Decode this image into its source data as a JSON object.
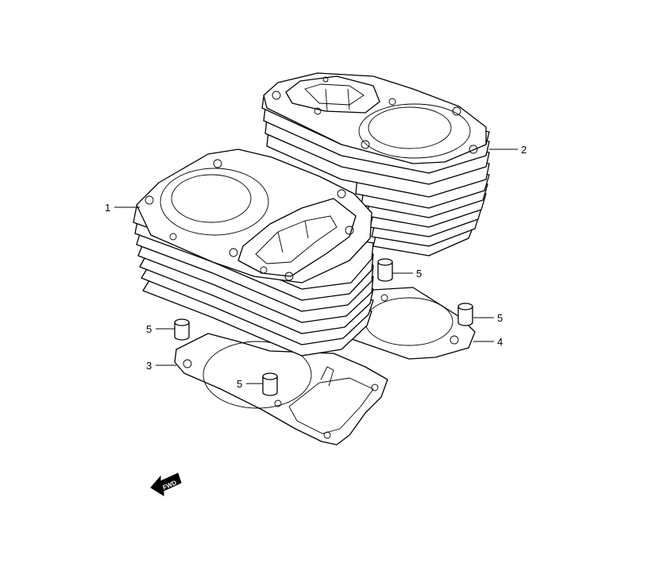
{
  "callouts": {
    "cylinder_front": "1",
    "cylinder_rear": "2",
    "gasket_front": "3",
    "gasket_rear": "4",
    "dowel_a": "5",
    "dowel_b": "5",
    "dowel_c": "5",
    "dowel_d": "5"
  },
  "direction_arrow": {
    "label": "FWD"
  },
  "colors": {
    "line": "#000000",
    "background": "#ffffff"
  }
}
